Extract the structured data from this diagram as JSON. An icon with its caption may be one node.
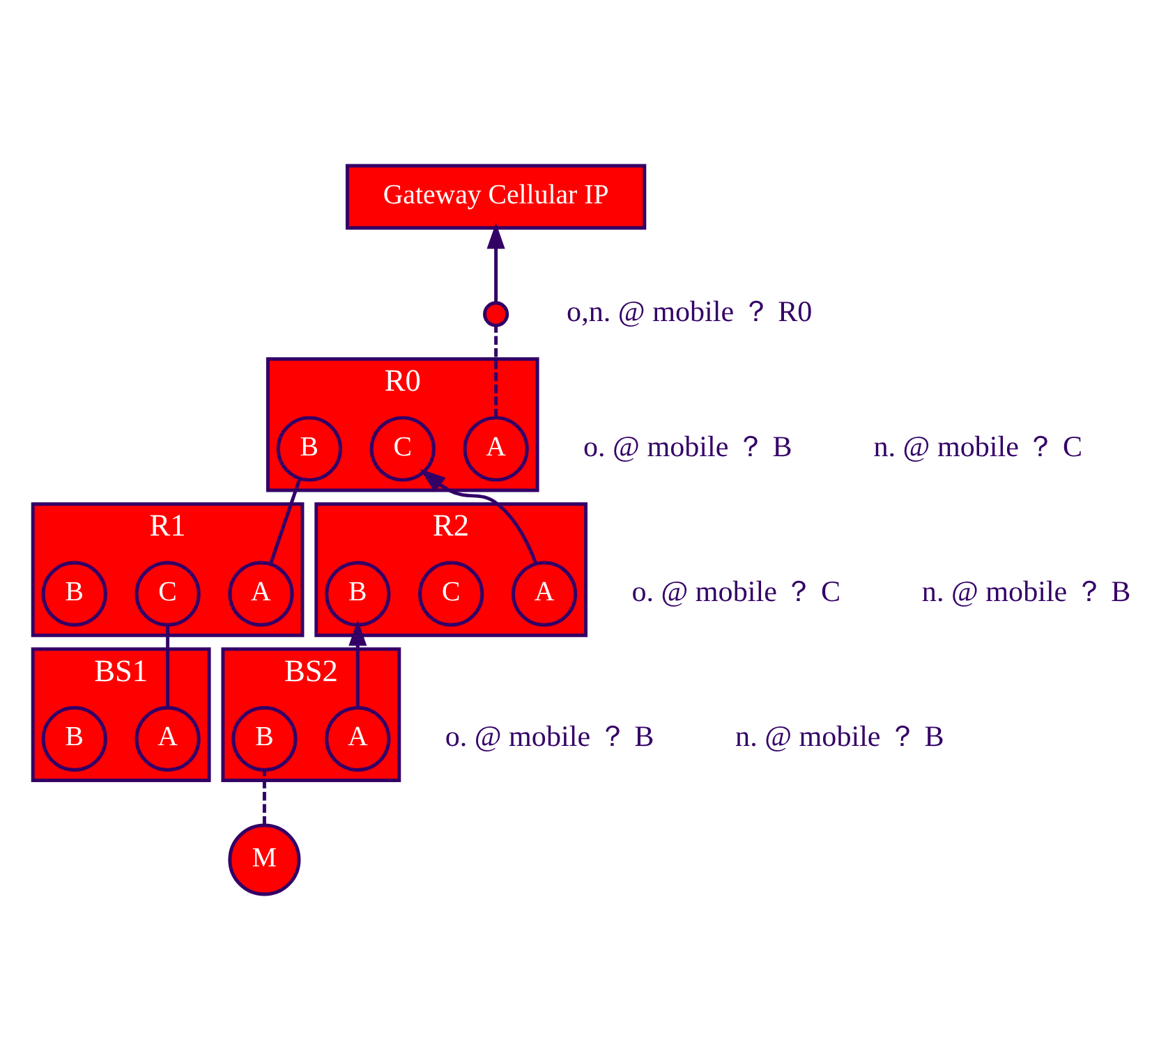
{
  "diagram": {
    "nodes": [
      {
        "text": [
          "Gateway Cellular IP"
        ]
      },
      {
        "text": [],
        "shape": "circle"
      },
      {
        "text": [
          "R0"
        ]
      },
      {
        "text": [
          "A"
        ],
        "in": 2
      },
      {
        "text": [
          "B"
        ],
        "in": 2
      },
      {
        "text": [
          "C"
        ],
        "in": 2
      },
      {
        "text": [
          "R1"
        ]
      },
      {
        "text": [
          "A"
        ],
        "in": 6
      },
      {
        "text": [
          "C"
        ],
        "in": 6
      },
      {
        "text": [
          "B"
        ],
        "in": 6
      },
      {
        "text": [
          "R2"
        ]
      },
      {
        "text": [
          "A"
        ],
        "in": 10
      },
      {
        "text": [
          "C"
        ],
        "in": 10
      },
      {
        "text": [
          "B"
        ],
        "in": 10
      },
      {
        "text": [
          "BS1"
        ]
      },
      {
        "text": [
          "A"
        ],
        "in": 14
      },
      {
        "text": [
          "B"
        ],
        "in": 14
      },
      {
        "text": [
          "BS2"
        ]
      },
      {
        "text": [
          "A"
        ],
        "in": 17
      },
      {
        "text": [
          "B"
        ],
        "in": 17
      },
      {
        "text": [
          "M"
        ]
      }
    ],
    "edges": [
      {
        "from": 3,
        "to": 1,
        "arrow": "none",
        "style": "dashed"
      },
      {
        "from": 1,
        "to": 0,
        "arrow": "to"
      },
      {
        "from": 7,
        "to": 4,
        "arrow": "none"
      },
      {
        "from": 11,
        "to": 5,
        "arrow": "to"
      },
      {
        "from": 15,
        "to": 8,
        "arrow": "none"
      },
      {
        "from": 18,
        "to": 13,
        "arrow": "to"
      },
      {
        "from": 20,
        "to": 19,
        "arrow": "none",
        "style": "dashed"
      }
    ],
    "labels": [
      "o,n. @ mobile ？ R0",
      "o. @ mobile ？ B",
      "n. @ mobile ？ C",
      "o. @ mobile ？ C",
      "n. @ mobile ？ B",
      "o. @ mobile ？ B",
      "n. @ mobile ？ B"
    ]
  }
}
